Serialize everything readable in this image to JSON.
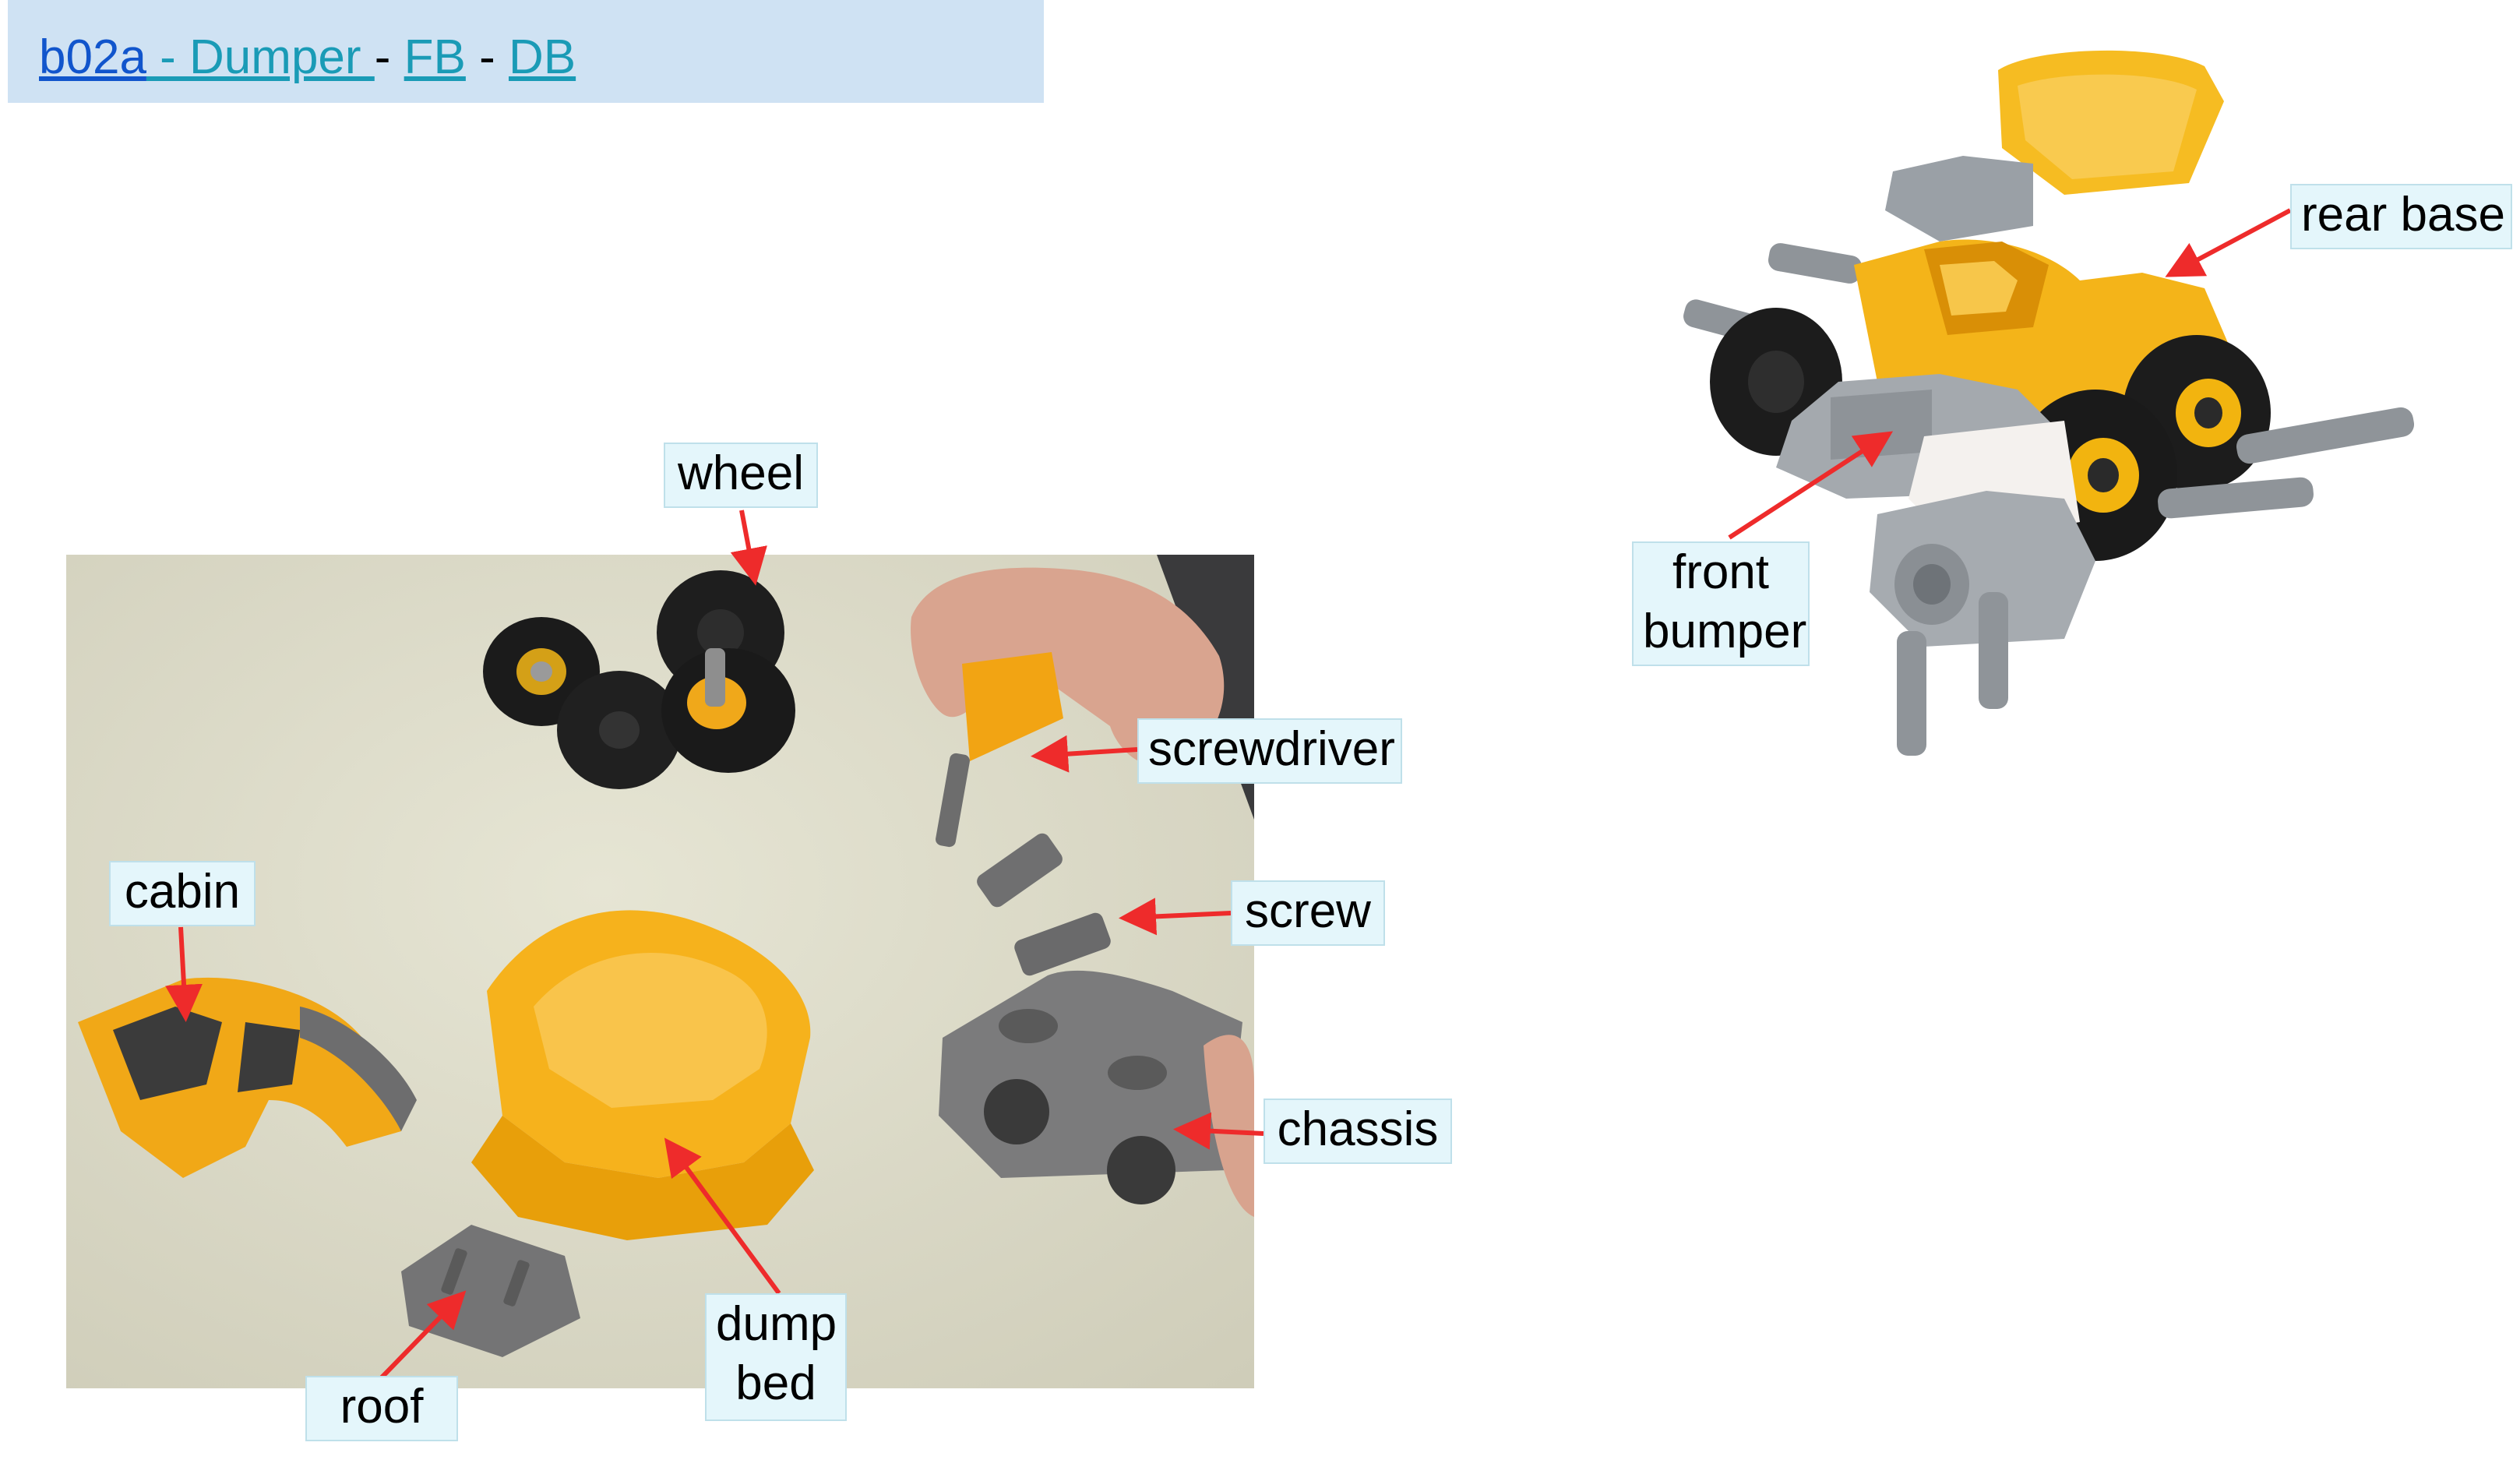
{
  "header": {
    "id_link": "b02a",
    "name_link": " - Dumper ",
    "sep1": " - ",
    "fb_link": "FB",
    "sep2": "  - ",
    "db_link": "DB"
  },
  "labels": {
    "wheel": "wheel",
    "screwdriver": "screwdriver",
    "screw": "screw",
    "cabin": "cabin",
    "chassis": "chassis",
    "dump_bed_line1": "dump",
    "dump_bed_line2": "bed",
    "roof": "roof",
    "rear_base": "rear base",
    "front_bumper_line1": "front",
    "front_bumper_line2": "bumper"
  },
  "colors": {
    "header_bg": "#cfe2f3",
    "link_blue": "#1155cc",
    "link_teal": "#1a9bb6",
    "label_bg": "#e4f6fb",
    "arrow_red": "#ee2b2b",
    "toy_yellow": "#f5b60f",
    "toy_gray": "#7f7f80",
    "tire_black": "#1b1b1b"
  }
}
